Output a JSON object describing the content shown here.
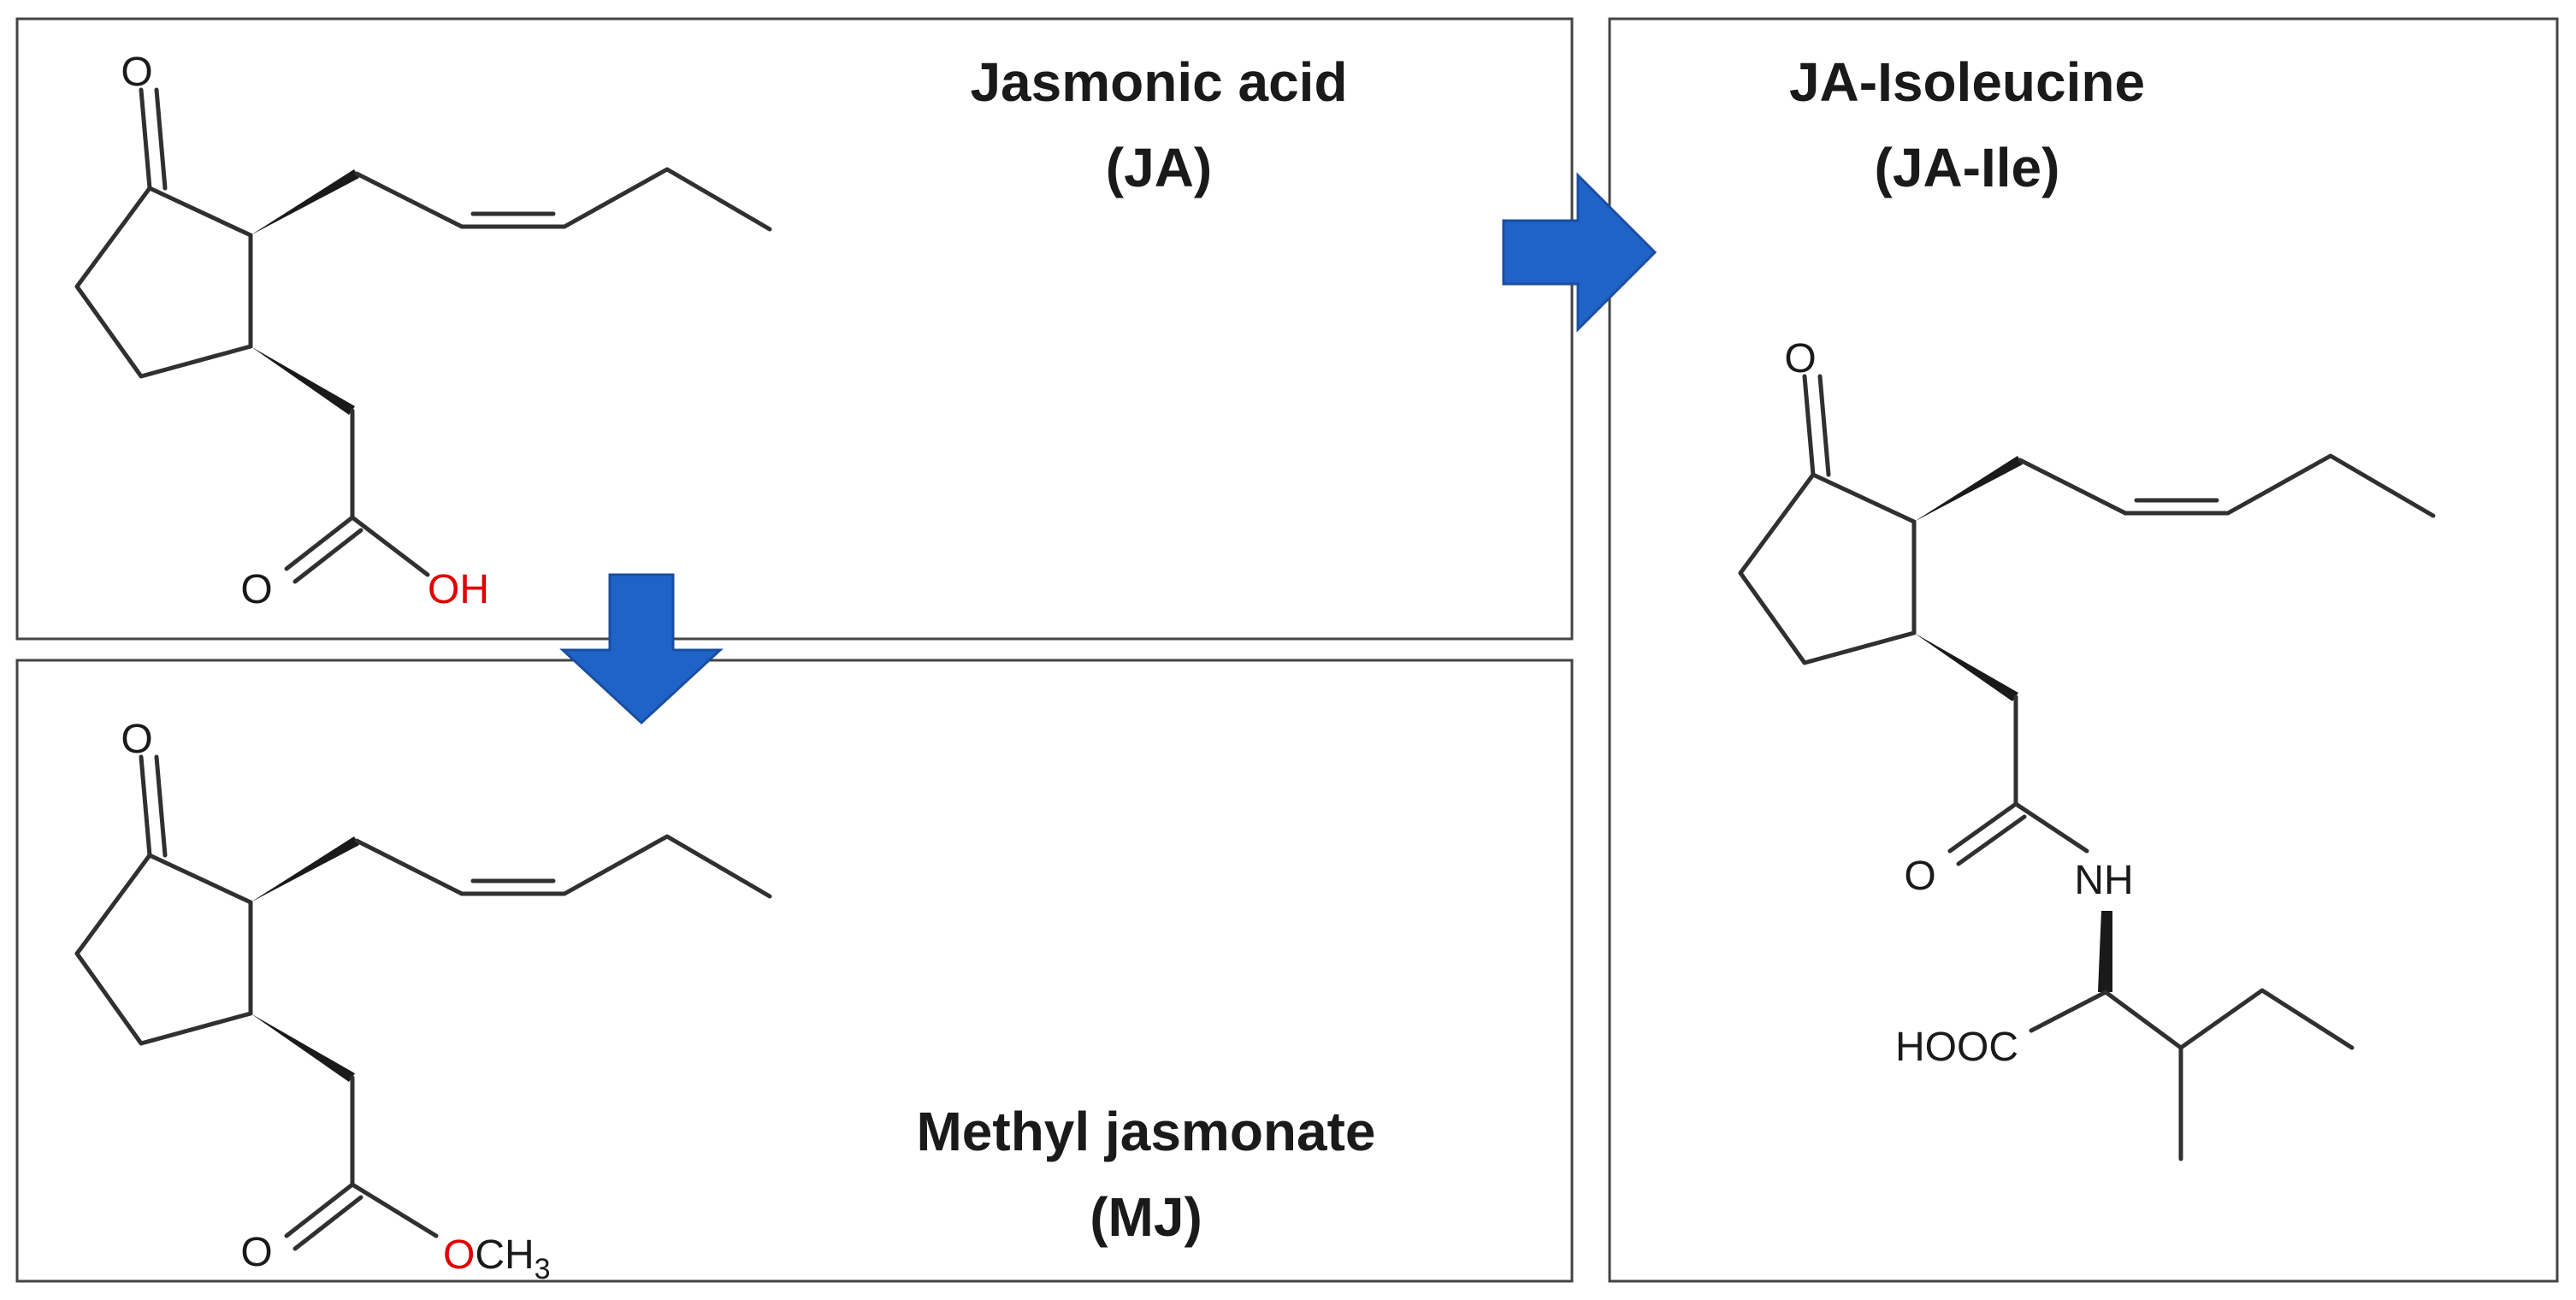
{
  "panels": {
    "ja": {
      "title_line1": "Jasmonic acid",
      "title_line2": "(JA)",
      "ketone_o": "O",
      "acid_o": "O",
      "acid_oh": "OH"
    },
    "mj": {
      "title_line1": "Methyl jasmonate",
      "title_line2": "(MJ)",
      "ketone_o": "O",
      "ester_o": "O",
      "ester_o_red": "O",
      "ester_ch": "CH",
      "ester_sub": "3"
    },
    "jaile": {
      "title_line1": "JA-Isoleucine",
      "title_line2": "(JA-Ile)",
      "ketone_o": "O",
      "amide_o": "O",
      "amide_nh": "NH",
      "cooh": "HOOC"
    }
  },
  "colors": {
    "arrow": "#1f63c9",
    "heteroatom_red": "#e00000",
    "bond": "#303030",
    "panel_border": "#444444"
  }
}
